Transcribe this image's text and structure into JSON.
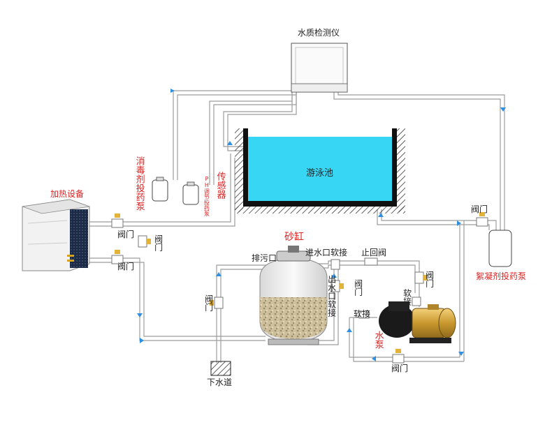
{
  "labels": {
    "water_quality_meter": "水质检测仪",
    "pool": "游泳池",
    "heating_device": "加热设备",
    "disinfectant_pump": "消毒剂投药泵",
    "ph_pump": "PH调节投药泵",
    "sensor": "传感器",
    "sand_tank": "砂缸",
    "drain_port": "排污口",
    "inlet_hose": "进水口软接",
    "upper_return_valve": "止回阀",
    "outlet_hose": "出水口软接",
    "hose_right": "软接",
    "hose_left": "软接",
    "water_pump": "水泵",
    "sewer": "下水道",
    "flocculant_pump": "絮凝剂投药泵",
    "valve": "阀门",
    "valve_heater_top": "阀门",
    "valve_heater_bottom": "阀门",
    "valve_heater_right": "阀门",
    "valve_flocculant": "阀门",
    "valve_drain": "阀门",
    "valve_outlet": "阀门",
    "valve_right": "阀门",
    "valve_bottom": "阀门"
  },
  "colors": {
    "pipe": "#b8b8b8",
    "pool_water": "#38d6f5",
    "label_red": "#d22222",
    "flow_arrow": "#2f8fe0"
  }
}
